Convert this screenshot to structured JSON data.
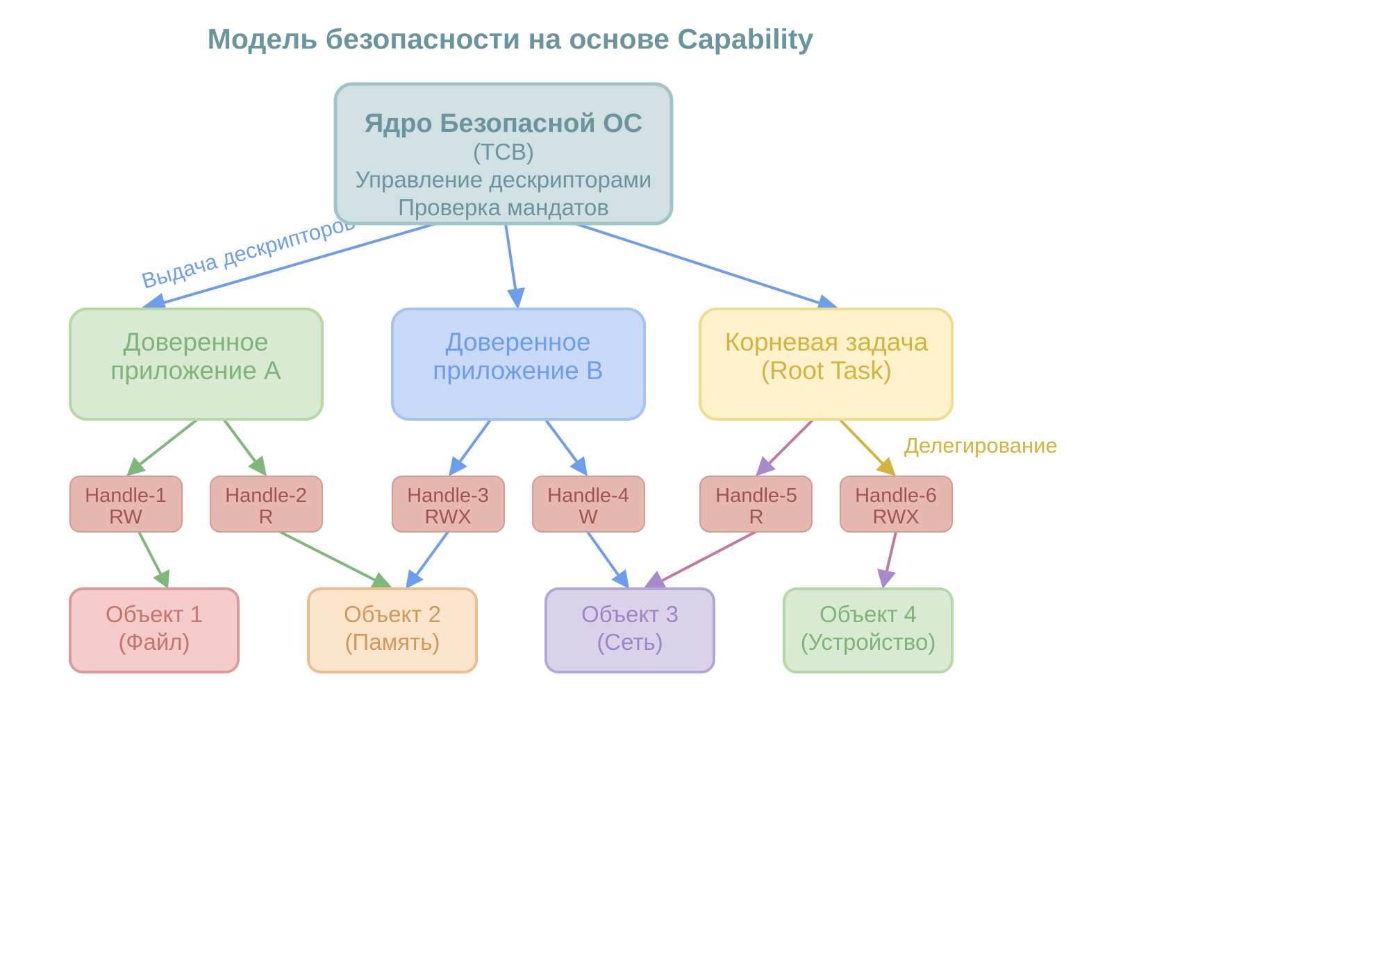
{
  "title": "Модель безопасности на основе Capability",
  "kernel": {
    "title": "Ядро Безопасной ОС",
    "lines": [
      "(TCB)",
      "Управление дескрипторами",
      "Проверка мандатов"
    ]
  },
  "apps": {
    "a": {
      "lines": [
        "Доверенное",
        "приложение A"
      ]
    },
    "b": {
      "lines": [
        "Доверенное",
        "приложение B"
      ]
    },
    "root": {
      "lines": [
        "Корневая задача",
        "(Root Task)"
      ]
    }
  },
  "handles": {
    "h1": {
      "name": "Handle-1",
      "rights": "RW"
    },
    "h2": {
      "name": "Handle-2",
      "rights": "R"
    },
    "h3": {
      "name": "Handle-3",
      "rights": "RWX"
    },
    "h4": {
      "name": "Handle-4",
      "rights": "W"
    },
    "h5": {
      "name": "Handle-5",
      "rights": "R"
    },
    "h6": {
      "name": "Handle-6",
      "rights": "RWX"
    }
  },
  "objects": {
    "o1": {
      "lines": [
        "Объект 1",
        "(Файл)"
      ]
    },
    "o2": {
      "lines": [
        "Объект 2",
        "(Память)"
      ]
    },
    "o3": {
      "lines": [
        "Объект 3",
        "(Сеть)"
      ]
    },
    "o4": {
      "lines": [
        "Объект 4",
        "(Устройство)"
      ]
    }
  },
  "edge_labels": {
    "issue": "Выдача дескрипторов",
    "delegation": "Делегирование"
  },
  "colors": {
    "kernel_fill": "#d0e0e3",
    "kernel_stroke": "#a2c4c9",
    "app_a_fill": "#d9ead3",
    "app_a_stroke": "#b6d7a8",
    "app_a_text": "#7fb378",
    "app_b_fill": "#c9daf8",
    "app_b_stroke": "#a4c2f4",
    "app_b_text": "#6d9eeb",
    "root_fill": "#fff2cc",
    "root_stroke": "#f0dc8f",
    "root_text": "#d2b43f",
    "handle_fill": "#e6b8af",
    "handle_stroke": "#d49a90",
    "arrow_blue": "#6d9eeb",
    "arrow_green": "#7fb87a",
    "arrow_gold": "#d2b43f",
    "arrow_pink": "#c27ba0",
    "arrow_purple": "#a68ac9"
  }
}
